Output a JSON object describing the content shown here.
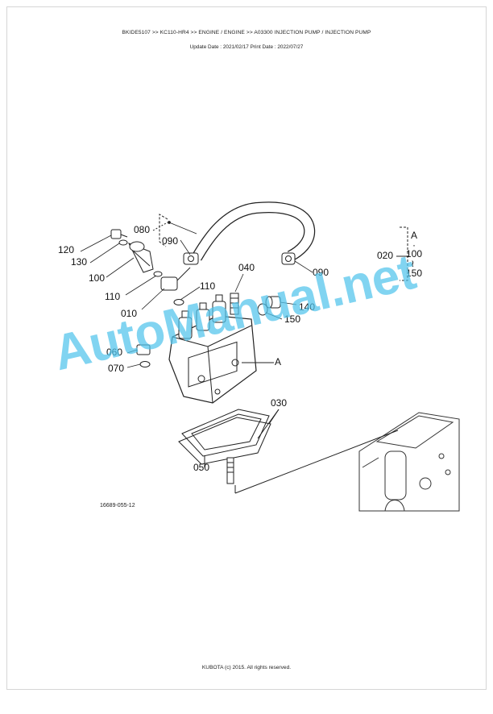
{
  "header": {
    "path": "BKIDE5107 >> KC110-HR4 >> ENGINE / ENGINE >> A03300   INJECTION PUMP / INJECTION PUMP",
    "dates": "Update Date : 2021/02/17   Print Date : 2022/07/27"
  },
  "callouts": {
    "c080": "080",
    "c090a": "090",
    "c090b": "090",
    "c120": "120",
    "c130": "130",
    "c100": "100",
    "c110a": "110",
    "c110b": "110",
    "c010": "010",
    "c040": "040",
    "c140": "140",
    "c150": "150",
    "c060": "060",
    "c070": "070",
    "cA": "A",
    "c030": "030",
    "c050": "050",
    "c020": "020",
    "range_start": "A",
    "range_dot": "·",
    "range_mid": "100",
    "range_tilde": "≀",
    "range_end": "150"
  },
  "figure_code": "16689-055-12",
  "watermark": "AutoManual.net",
  "footer": "KUBOTA (c) 2015. All rights reserved."
}
